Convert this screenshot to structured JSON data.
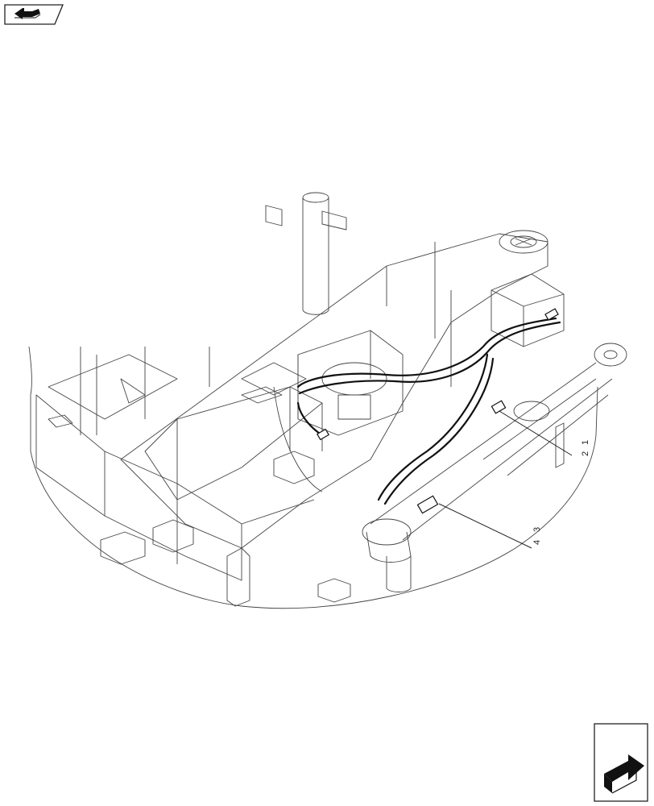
{
  "icons": {
    "header": "prev-page-arrow-icon",
    "footer": "next-page-arrow-icon"
  },
  "callouts": [
    {
      "id": "1",
      "label": "1"
    },
    {
      "id": "2",
      "label": "2"
    },
    {
      "id": "3",
      "label": "3"
    },
    {
      "id": "4",
      "label": "4"
    }
  ],
  "colors": {
    "line": "#444444",
    "hose": "#111111",
    "paper": "#ffffff"
  }
}
